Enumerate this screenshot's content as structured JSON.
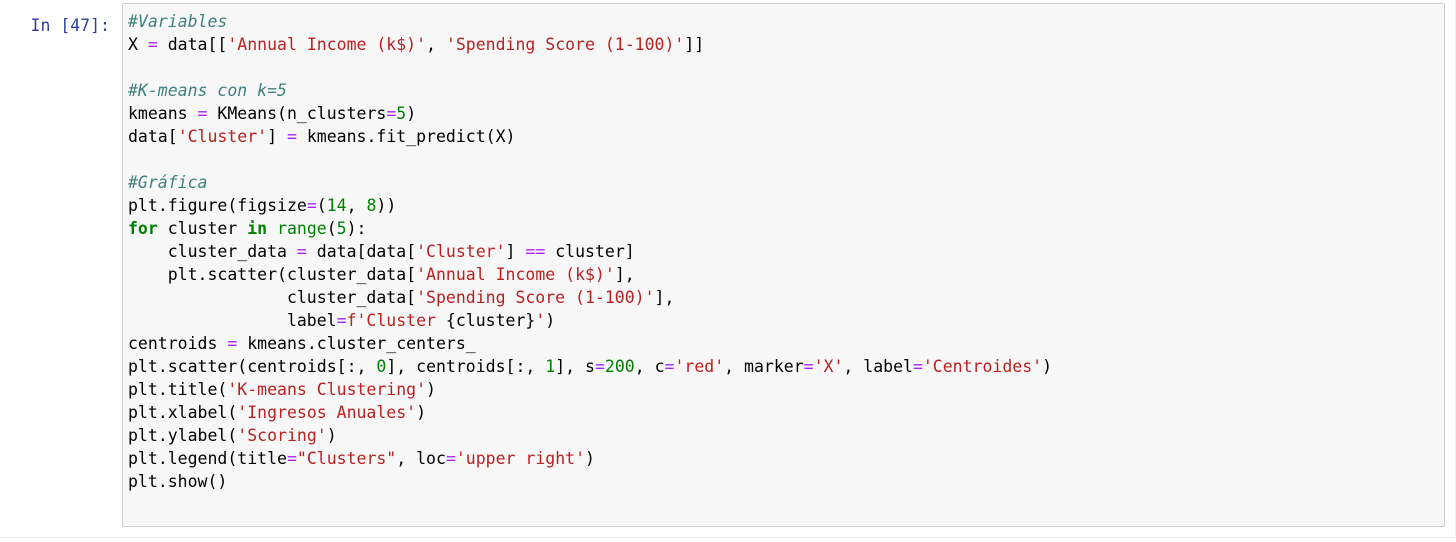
{
  "notebook": {
    "prompt": "In [47]:",
    "cell_type": "code",
    "language": "python",
    "colors": {
      "prompt": "#303F9F",
      "cell_background": "#f7f7f7",
      "cell_border": "#cfcfcf",
      "comment": "#408080",
      "string": "#BA2121",
      "operator": "#AA22FF",
      "keyword": "#008000",
      "number": "#008000",
      "text": "#000000"
    },
    "source_lines": [
      "#Variables",
      "X = data[['Annual Income (k$)', 'Spending Score (1-100)']]",
      "",
      "#K-means con k=5",
      "kmeans = KMeans(n_clusters=5)",
      "data['Cluster'] = kmeans.fit_predict(X)",
      "",
      "#Gráfica",
      "plt.figure(figsize=(14, 8))",
      "for cluster in range(5):",
      "    cluster_data = data[data['Cluster'] == cluster]",
      "    plt.scatter(cluster_data['Annual Income (k$)'],",
      "                cluster_data['Spending Score (1-100)'],",
      "                label=f'Cluster {cluster}')",
      "centroids = kmeans.cluster_centers_",
      "plt.scatter(centroids[:, 0], centroids[:, 1], s=200, c='red', marker='X', label='Centroides')",
      "plt.title('K-means Clustering')",
      "plt.xlabel('Ingresos Anuales')",
      "plt.ylabel('Scoring')",
      "plt.legend(title=\"Clusters\", loc='upper right')",
      "plt.show()"
    ],
    "code_tokens": [
      [
        {
          "t": "c",
          "v": "#Variables"
        }
      ],
      [
        {
          "t": "n",
          "v": "X "
        },
        {
          "t": "o",
          "v": "="
        },
        {
          "t": "n",
          "v": " data"
        },
        {
          "t": "p",
          "v": "[["
        },
        {
          "t": "s",
          "v": "'Annual Income (k$)'"
        },
        {
          "t": "p",
          "v": ", "
        },
        {
          "t": "s",
          "v": "'Spending Score (1-100)'"
        },
        {
          "t": "p",
          "v": "]]"
        }
      ],
      [
        {
          "t": "n",
          "v": ""
        }
      ],
      [
        {
          "t": "c",
          "v": "#K-means con k=5"
        }
      ],
      [
        {
          "t": "n",
          "v": "kmeans "
        },
        {
          "t": "o",
          "v": "="
        },
        {
          "t": "n",
          "v": " KMeans"
        },
        {
          "t": "p",
          "v": "("
        },
        {
          "t": "n",
          "v": "n_clusters"
        },
        {
          "t": "o",
          "v": "="
        },
        {
          "t": "mi",
          "v": "5"
        },
        {
          "t": "p",
          "v": ")"
        }
      ],
      [
        {
          "t": "n",
          "v": "data"
        },
        {
          "t": "p",
          "v": "["
        },
        {
          "t": "s",
          "v": "'Cluster'"
        },
        {
          "t": "p",
          "v": "] "
        },
        {
          "t": "o",
          "v": "="
        },
        {
          "t": "n",
          "v": " kmeans"
        },
        {
          "t": "p",
          "v": "."
        },
        {
          "t": "n",
          "v": "fit_predict"
        },
        {
          "t": "p",
          "v": "("
        },
        {
          "t": "n",
          "v": "X"
        },
        {
          "t": "p",
          "v": ")"
        }
      ],
      [
        {
          "t": "n",
          "v": ""
        }
      ],
      [
        {
          "t": "c",
          "v": "#Gráfica"
        }
      ],
      [
        {
          "t": "n",
          "v": "plt"
        },
        {
          "t": "p",
          "v": "."
        },
        {
          "t": "n",
          "v": "figure"
        },
        {
          "t": "p",
          "v": "("
        },
        {
          "t": "n",
          "v": "figsize"
        },
        {
          "t": "o",
          "v": "="
        },
        {
          "t": "p",
          "v": "("
        },
        {
          "t": "mi",
          "v": "14"
        },
        {
          "t": "p",
          "v": ", "
        },
        {
          "t": "mi",
          "v": "8"
        },
        {
          "t": "p",
          "v": "))"
        }
      ],
      [
        {
          "t": "k",
          "v": "for"
        },
        {
          "t": "n",
          "v": " cluster "
        },
        {
          "t": "k",
          "v": "in"
        },
        {
          "t": "n",
          "v": " "
        },
        {
          "t": "nb",
          "v": "range"
        },
        {
          "t": "p",
          "v": "("
        },
        {
          "t": "mi",
          "v": "5"
        },
        {
          "t": "p",
          "v": "):"
        }
      ],
      [
        {
          "t": "n",
          "v": "    cluster_data "
        },
        {
          "t": "o",
          "v": "="
        },
        {
          "t": "n",
          "v": " data"
        },
        {
          "t": "p",
          "v": "["
        },
        {
          "t": "n",
          "v": "data"
        },
        {
          "t": "p",
          "v": "["
        },
        {
          "t": "s",
          "v": "'Cluster'"
        },
        {
          "t": "p",
          "v": "] "
        },
        {
          "t": "o",
          "v": "=="
        },
        {
          "t": "n",
          "v": " cluster"
        },
        {
          "t": "p",
          "v": "]"
        }
      ],
      [
        {
          "t": "n",
          "v": "    plt"
        },
        {
          "t": "p",
          "v": "."
        },
        {
          "t": "n",
          "v": "scatter"
        },
        {
          "t": "p",
          "v": "("
        },
        {
          "t": "n",
          "v": "cluster_data"
        },
        {
          "t": "p",
          "v": "["
        },
        {
          "t": "s",
          "v": "'Annual Income (k$)'"
        },
        {
          "t": "p",
          "v": "],"
        }
      ],
      [
        {
          "t": "n",
          "v": "                cluster_data"
        },
        {
          "t": "p",
          "v": "["
        },
        {
          "t": "s",
          "v": "'Spending Score (1-100)'"
        },
        {
          "t": "p",
          "v": "],"
        }
      ],
      [
        {
          "t": "n",
          "v": "                label"
        },
        {
          "t": "o",
          "v": "="
        },
        {
          "t": "s",
          "v": "f'Cluster "
        },
        {
          "t": "p",
          "v": "{"
        },
        {
          "t": "n",
          "v": "cluster"
        },
        {
          "t": "p",
          "v": "}"
        },
        {
          "t": "s",
          "v": "'"
        },
        {
          "t": "p",
          "v": ")"
        }
      ],
      [
        {
          "t": "n",
          "v": "centroids "
        },
        {
          "t": "o",
          "v": "="
        },
        {
          "t": "n",
          "v": " kmeans"
        },
        {
          "t": "p",
          "v": "."
        },
        {
          "t": "n",
          "v": "cluster_centers_"
        }
      ],
      [
        {
          "t": "n",
          "v": "plt"
        },
        {
          "t": "p",
          "v": "."
        },
        {
          "t": "n",
          "v": "scatter"
        },
        {
          "t": "p",
          "v": "("
        },
        {
          "t": "n",
          "v": "centroids"
        },
        {
          "t": "p",
          "v": "[:, "
        },
        {
          "t": "mi",
          "v": "0"
        },
        {
          "t": "p",
          "v": "], "
        },
        {
          "t": "n",
          "v": "centroids"
        },
        {
          "t": "p",
          "v": "[:, "
        },
        {
          "t": "mi",
          "v": "1"
        },
        {
          "t": "p",
          "v": "], "
        },
        {
          "t": "n",
          "v": "s"
        },
        {
          "t": "o",
          "v": "="
        },
        {
          "t": "mi",
          "v": "200"
        },
        {
          "t": "p",
          "v": ", "
        },
        {
          "t": "n",
          "v": "c"
        },
        {
          "t": "o",
          "v": "="
        },
        {
          "t": "s",
          "v": "'red'"
        },
        {
          "t": "p",
          "v": ", "
        },
        {
          "t": "n",
          "v": "marker"
        },
        {
          "t": "o",
          "v": "="
        },
        {
          "t": "s",
          "v": "'X'"
        },
        {
          "t": "p",
          "v": ", "
        },
        {
          "t": "n",
          "v": "label"
        },
        {
          "t": "o",
          "v": "="
        },
        {
          "t": "s",
          "v": "'Centroides'"
        },
        {
          "t": "p",
          "v": ")"
        }
      ],
      [
        {
          "t": "n",
          "v": "plt"
        },
        {
          "t": "p",
          "v": "."
        },
        {
          "t": "n",
          "v": "title"
        },
        {
          "t": "p",
          "v": "("
        },
        {
          "t": "s",
          "v": "'K-means Clustering'"
        },
        {
          "t": "p",
          "v": ")"
        }
      ],
      [
        {
          "t": "n",
          "v": "plt"
        },
        {
          "t": "p",
          "v": "."
        },
        {
          "t": "n",
          "v": "xlabel"
        },
        {
          "t": "p",
          "v": "("
        },
        {
          "t": "s",
          "v": "'Ingresos Anuales'"
        },
        {
          "t": "p",
          "v": ")"
        }
      ],
      [
        {
          "t": "n",
          "v": "plt"
        },
        {
          "t": "p",
          "v": "."
        },
        {
          "t": "n",
          "v": "ylabel"
        },
        {
          "t": "p",
          "v": "("
        },
        {
          "t": "s",
          "v": "'Scoring'"
        },
        {
          "t": "p",
          "v": ")"
        }
      ],
      [
        {
          "t": "n",
          "v": "plt"
        },
        {
          "t": "p",
          "v": "."
        },
        {
          "t": "n",
          "v": "legend"
        },
        {
          "t": "p",
          "v": "("
        },
        {
          "t": "n",
          "v": "title"
        },
        {
          "t": "o",
          "v": "="
        },
        {
          "t": "s",
          "v": "\"Clusters\""
        },
        {
          "t": "p",
          "v": ", "
        },
        {
          "t": "n",
          "v": "loc"
        },
        {
          "t": "o",
          "v": "="
        },
        {
          "t": "s",
          "v": "'upper right'"
        },
        {
          "t": "p",
          "v": ")"
        }
      ],
      [
        {
          "t": "n",
          "v": "plt"
        },
        {
          "t": "p",
          "v": "."
        },
        {
          "t": "n",
          "v": "show"
        },
        {
          "t": "p",
          "v": "()"
        }
      ]
    ]
  }
}
